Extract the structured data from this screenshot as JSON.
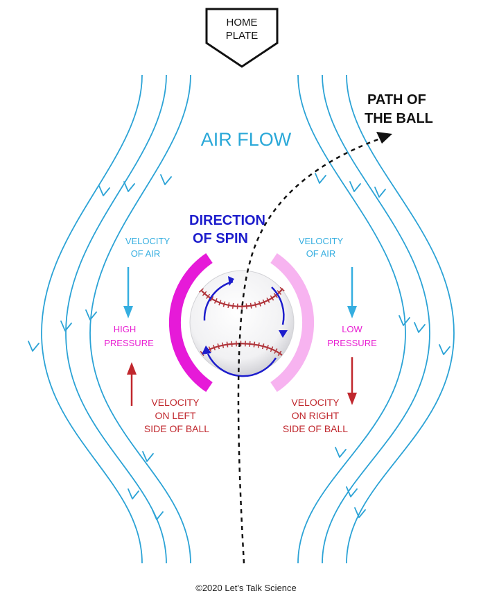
{
  "home_plate": {
    "line1": "HOME",
    "line2": "PLATE"
  },
  "path_label": {
    "line1": "PATH OF",
    "line2": "THE BALL"
  },
  "air_flow_label": "AIR FLOW",
  "spin_label": {
    "line1": "DIRECTION",
    "line2": "OF SPIN"
  },
  "left_side": {
    "velocity_air": {
      "line1": "VELOCITY",
      "line2": "OF AIR"
    },
    "pressure": {
      "line1": "HIGH",
      "line2": "PRESSURE"
    },
    "velocity_ball": {
      "line1": "VELOCITY",
      "line2": "ON LEFT",
      "line3": "SIDE OF BALL"
    }
  },
  "right_side": {
    "velocity_air": {
      "line1": "VELOCITY",
      "line2": "OF AIR"
    },
    "pressure": {
      "line1": "LOW",
      "line2": "PRESSURE"
    },
    "velocity_ball": {
      "line1": "VELOCITY",
      "line2": "ON RIGHT",
      "line3": "SIDE OF BALL"
    }
  },
  "credit": "©2020 Let's Talk Science",
  "colors": {
    "air_flow": "#2ca3d6",
    "spin": "#1d1dcc",
    "high_pressure_arc": "#e61ad8",
    "low_pressure_arc": "#f7b3f0",
    "ball_velocity": "#c0272d",
    "seam": "#b0343a"
  }
}
